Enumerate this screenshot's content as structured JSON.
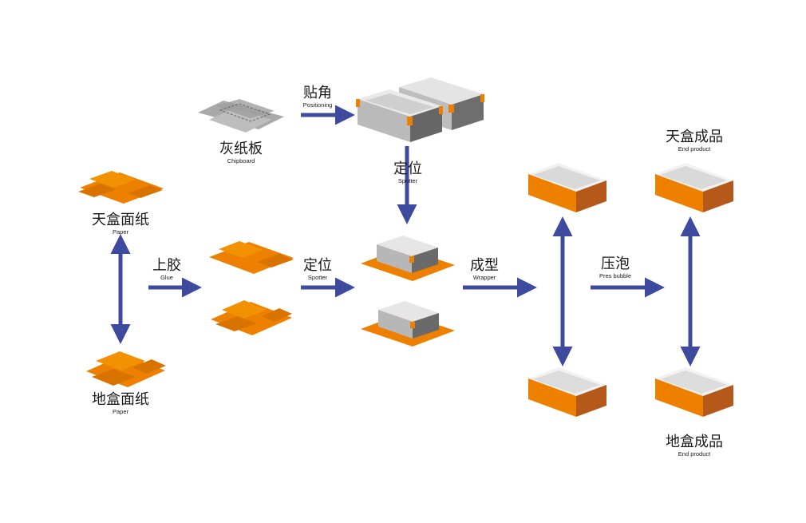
{
  "labels": {
    "chipboard": {
      "cn": "灰纸板",
      "en": "Chipboard"
    },
    "positioning": {
      "cn": "贴角",
      "en": "Positioning"
    },
    "spotter_top": {
      "cn": "定位",
      "en": "Spotter"
    },
    "lid_paper": {
      "cn": "天盒面纸",
      "en": "Paper"
    },
    "base_paper": {
      "cn": "地盒面纸",
      "en": "Paper"
    },
    "glue": {
      "cn": "上胶",
      "en": "Glue"
    },
    "spotter_mid": {
      "cn": "定位",
      "en": "Spotter"
    },
    "wrapper": {
      "cn": "成型",
      "en": "Wrapper"
    },
    "press": {
      "cn": "压泡",
      "en": "Pres bubble"
    },
    "lid_product": {
      "cn": "天盒成品",
      "en": "End product"
    },
    "base_product": {
      "cn": "地盒成品",
      "en": "End product"
    }
  },
  "colors": {
    "arrow": "#3d4a9e",
    "orange": "#ee8000",
    "orange_dark": "#b4591a",
    "orange_side": "#d86f00",
    "gray_light": "#d6d6d6",
    "gray_mid": "#b9b9b9",
    "gray_dark": "#6b6b6b",
    "chipboard": "#a9a9a9"
  }
}
